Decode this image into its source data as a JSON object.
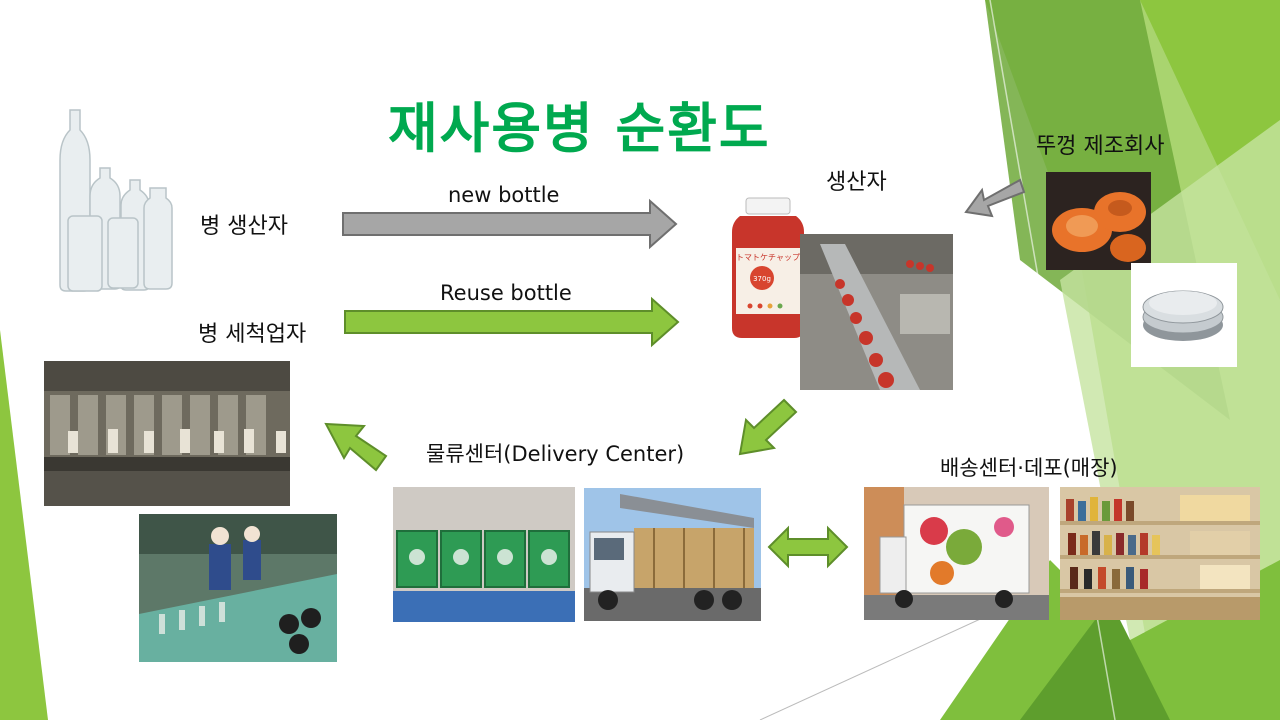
{
  "slide": {
    "title": "재사용병 순환도",
    "nodes": {
      "bottle_maker": "병 생산자",
      "bottle_washer": "병 세척업자",
      "producer": "생산자",
      "cap_maker": "뚜껑 제조회사",
      "logistics": "물류센터(Delivery Center)",
      "delivery_store": "배송센터·데포(매장)"
    },
    "edges": {
      "new_bottle": "new bottle",
      "reuse_bottle": "Reuse bottle"
    },
    "product_label": {
      "name": "トマトケチャップ",
      "weight": "370g"
    },
    "colors": {
      "title": "#00a94f",
      "green_arrow": "#8dc63f",
      "gray_arrow": "#a6a6a6",
      "cap_orange": "#e8732a"
    }
  }
}
